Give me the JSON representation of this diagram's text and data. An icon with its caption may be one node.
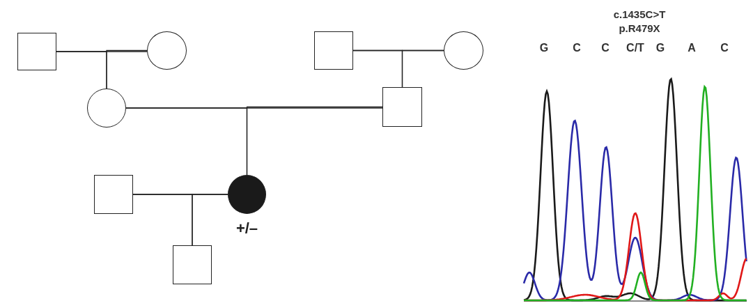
{
  "diagram": {
    "nodes": [
      {
        "text": [],
        "shape": "box"
      },
      {
        "text": [],
        "shape": "circle"
      },
      {
        "text": [],
        "shape": "box"
      },
      {
        "text": [],
        "shape": "circle"
      },
      {
        "text": [],
        "shape": "circle"
      },
      {
        "text": [],
        "shape": "box"
      },
      {
        "text": [],
        "shape": "box"
      },
      {
        "text": [],
        "shape": "disc",
        "beside": [
          "+/–"
        ]
      },
      {
        "text": [],
        "shape": "box"
      }
    ],
    "edges": [
      {
        "from": 0,
        "to": 1,
        "arrow": "none"
      },
      {
        "from": 0,
        "to": 4,
        "arrow": "none"
      },
      {
        "from": 1,
        "to": 4,
        "arrow": "none"
      },
      {
        "from": 2,
        "to": 3,
        "arrow": "none"
      },
      {
        "from": 2,
        "to": 5,
        "arrow": "none"
      },
      {
        "from": 3,
        "to": 5,
        "arrow": "none"
      },
      {
        "from": 4,
        "to": 5,
        "arrow": "none"
      },
      {
        "from": 4,
        "to": 7,
        "arrow": "none"
      },
      {
        "from": 5,
        "to": 7,
        "arrow": "none"
      },
      {
        "from": 6,
        "to": 7,
        "arrow": "none"
      },
      {
        "from": 6,
        "to": 8,
        "arrow": "none"
      },
      {
        "from": 7,
        "to": 8,
        "arrow": "none"
      }
    ],
    "labels": [
      "c.1435C>T",
      "p.R479X",
      "G",
      "C",
      "C",
      "C/T",
      "G",
      "A",
      "C"
    ]
  }
}
